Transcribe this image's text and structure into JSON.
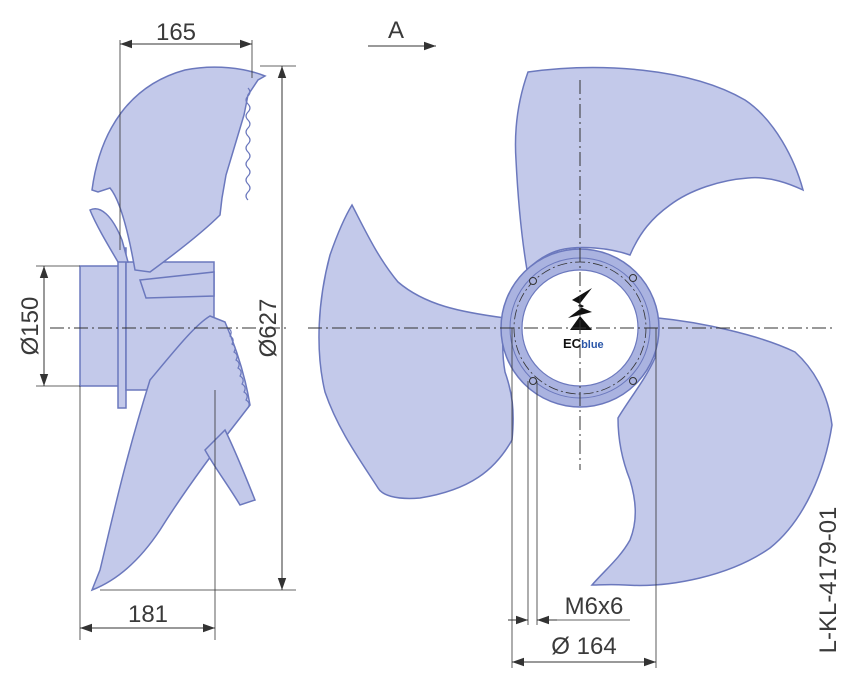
{
  "dimensions": {
    "side_depth_top": "165",
    "side_depth_bottom": "181",
    "hub_diameter": "Ø150",
    "overall_diameter": "Ø627",
    "view_label": "A",
    "thread": "M6x6",
    "bolt_circle": "Ø 164"
  },
  "logo": {
    "ec": "EC",
    "blue": "blue"
  },
  "drawing_id": "L-KL-4179-01",
  "colors": {
    "blade_fill": "#c3c9ea",
    "blade_stroke": "#6b78bd",
    "hub_ring": "#aab3e0",
    "line": "#333333",
    "logo_blue": "#2a56a8"
  }
}
